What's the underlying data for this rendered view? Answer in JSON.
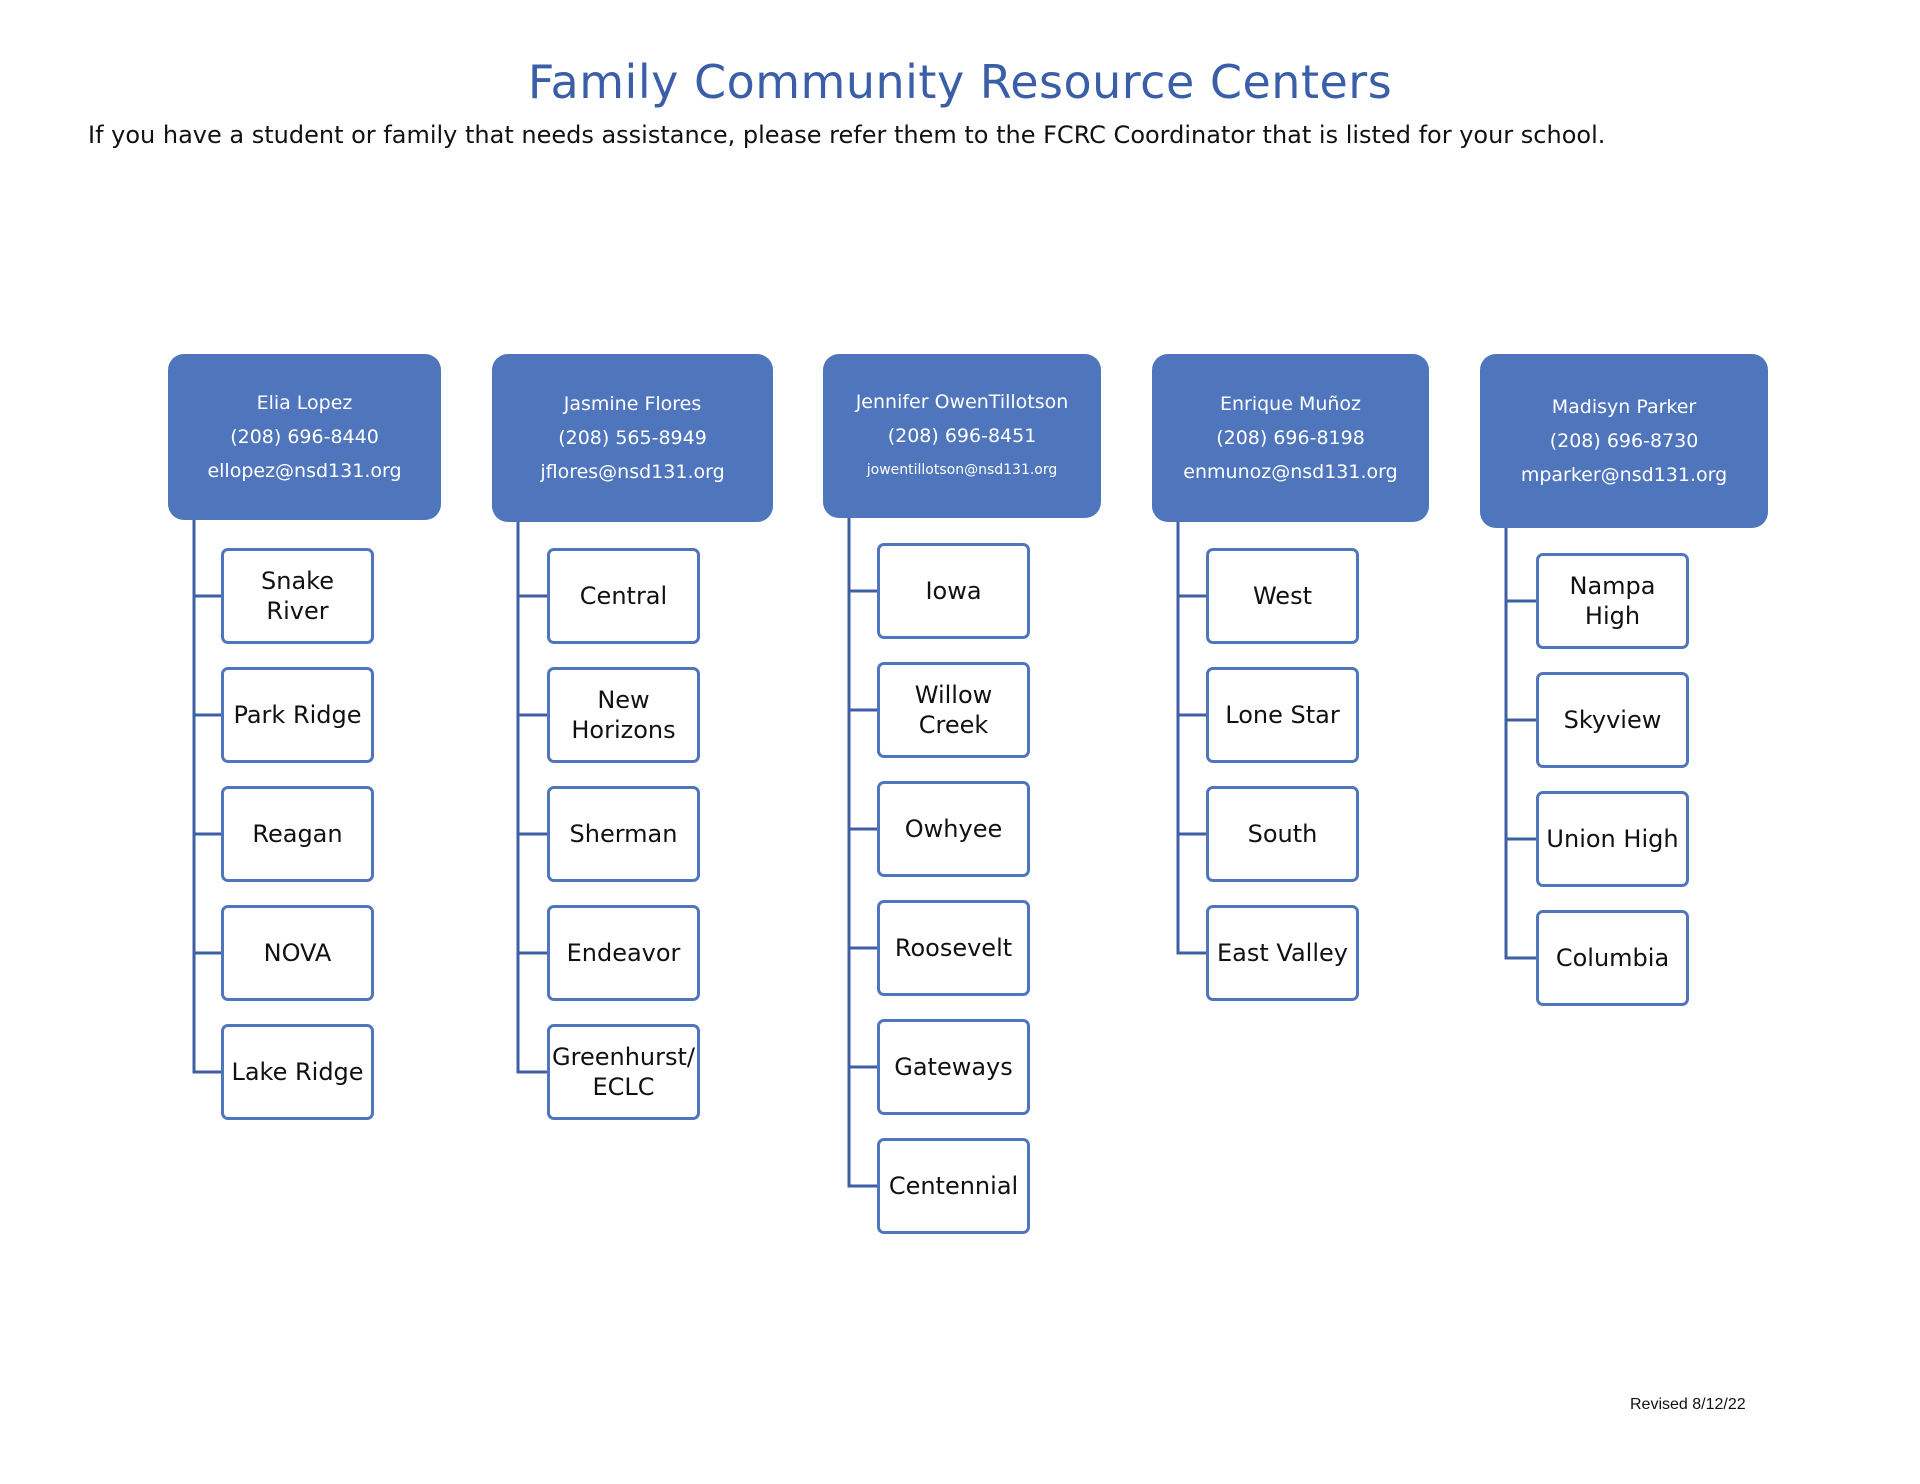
{
  "header": {
    "title": "Family Community Resource Centers",
    "subtitle": "If you have a student or family that needs assistance, please refer them to the FCRC Coordinator that is listed for your school."
  },
  "colors": {
    "accent": "#4f76bd",
    "title": "#3b5ea8",
    "connector": "#3f5fa5"
  },
  "coordinators": [
    {
      "name": "Elia Lopez",
      "phone": "(208) 696-8440",
      "email": "ellopez@nsd131.org",
      "schools": [
        "Snake River",
        "Park Ridge",
        "Reagan",
        "NOVA",
        "Lake Ridge"
      ]
    },
    {
      "name": "Jasmine Flores",
      "phone": "(208) 565-8949",
      "email": "jflores@nsd131.org",
      "schools": [
        "Central",
        "New Horizons",
        "Sherman",
        "Endeavor",
        "Greenhurst/ ECLC"
      ]
    },
    {
      "name": "Jennifer OwenTillotson",
      "phone": "(208) 696-8451",
      "email": "jowentillotson@nsd131.org",
      "schools": [
        "Iowa",
        "Willow Creek",
        "Owhyee",
        "Roosevelt",
        "Gateways",
        "Centennial"
      ]
    },
    {
      "name": "Enrique Muñoz",
      "phone": "(208) 696-8198",
      "email": "enmunoz@nsd131.org",
      "schools": [
        "West",
        "Lone Star",
        "South",
        "East Valley"
      ]
    },
    {
      "name": "Madisyn Parker",
      "phone": "(208) 696-8730",
      "email": "mparker@nsd131.org",
      "schools": [
        "Nampa High",
        "Skyview",
        "Union High",
        "Columbia"
      ]
    }
  ],
  "footer": {
    "revised": "Revised 8/12/22"
  }
}
